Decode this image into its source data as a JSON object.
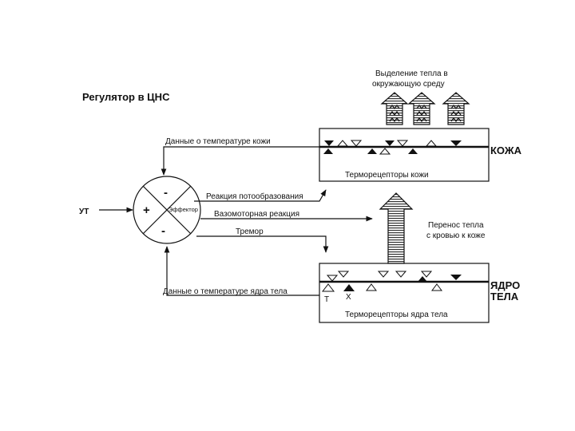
{
  "title": "Регулятор в ЦНС",
  "labels": {
    "heat_release_line1": "Выделение тепла в",
    "heat_release_line2": "окружающую среду",
    "skin_temp_data": "Данные о температуре кожи",
    "sweat_reaction": "Реакция потообразования",
    "vasomotor_reaction": "Вазомоторная реакция",
    "tremor": "Тремор",
    "core_temp_data": "Данные о температуре ядра тела",
    "heat_transfer_line1": "Перенос тепла",
    "heat_transfer_line2": "с кровью к коже",
    "input_ut": "УТ",
    "effector": "Эффектор",
    "sign_top": "-",
    "sign_left": "+",
    "sign_bottom": "-"
  },
  "skin_box": {
    "name": "КОЖА",
    "receptors_label": "Терморецепторы кожи"
  },
  "core_box": {
    "name_line1": "ЯДРО",
    "name_line2": "ТЕЛА",
    "receptors_label": "Терморецепторы ядра тела",
    "marker_t": "Т",
    "marker_x": "Х"
  },
  "colors": {
    "ink": "#111111",
    "background": "#ffffff"
  }
}
